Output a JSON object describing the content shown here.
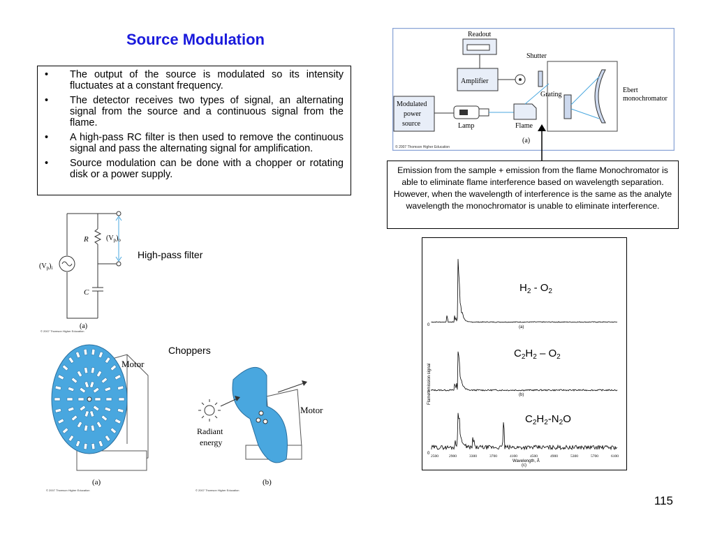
{
  "slide": {
    "title": "Source Modulation",
    "page_number": "115"
  },
  "bullets": [
    "The output of the source is modulated so its intensity fluctuates at a constant frequency.",
    "The detector receives two types of signal, an alternating signal from the source and a continuous signal from the flame.",
    "A high-pass RC filter is then used to remove the continuous signal and pass the alternating signal for amplification.",
    "Source modulation can be done with a chopper or rotating disk or a power supply."
  ],
  "note": "Emission from the sample + emission from the flame Monochromator is able to eliminate flame interference based on wavelength separation. However, when the wavelength of interference is the same as the analyte wavelength the monochromator is unable to eliminate interference.",
  "labels": {
    "high_pass": "High-pass filter",
    "choppers": "Choppers"
  },
  "schematic": {
    "readout": "Readout",
    "shutter": "Shutter",
    "amplifier": "Amplifier",
    "grating": "Grating",
    "ebert1": "Ebert",
    "ebert2": "monochromator",
    "modulated1": "Modulated",
    "modulated2": "power",
    "modulated3": "source",
    "lamp": "Lamp",
    "flame": "Flame",
    "panel": "(a)",
    "copyright": "© 2007 Thomson Higher Education"
  },
  "circuit": {
    "R": "R",
    "C": "C",
    "vin": "(V",
    "vin_sub": "p",
    "vin_tail": ")",
    "vin_sub2": "i",
    "vout": "(V",
    "vout_sub": "p",
    "vout_tail": ")",
    "vout_sub2": "o",
    "panel": "(a)",
    "copyright": "© 2007 Thomson Higher Education"
  },
  "chopper": {
    "motor_a": "Motor",
    "panel_a": "(a)",
    "motor_b": "Motor",
    "radiant1": "Radiant",
    "radiant2": "energy",
    "panel_b": "(b)",
    "copyright": "© 2007 Thomson Higher Education"
  },
  "spectra": {
    "ylabel": "Flame emission signal",
    "zero": "0",
    "panels": [
      "(a)",
      "(b)",
      "(c)"
    ],
    "labels": [
      {
        "main": "H",
        "parts": [
          "H",
          "2",
          " - O",
          "2"
        ]
      },
      {
        "parts": [
          "C",
          "2",
          "H",
          "2",
          " – O",
          "2"
        ]
      },
      {
        "parts": [
          "C",
          "2",
          "H",
          "2",
          "-N",
          "2",
          "O"
        ]
      }
    ],
    "xticks": [
      "2500",
      "2900",
      "3300",
      "3700",
      "4100",
      "4500",
      "4900",
      "5300",
      "5700",
      "6100"
    ],
    "xlabel": "Wavelength, Å"
  },
  "colors": {
    "title": "#1a1adc",
    "diagram_blue": "#49a7df",
    "diagram_border": "#8aa4d6"
  }
}
